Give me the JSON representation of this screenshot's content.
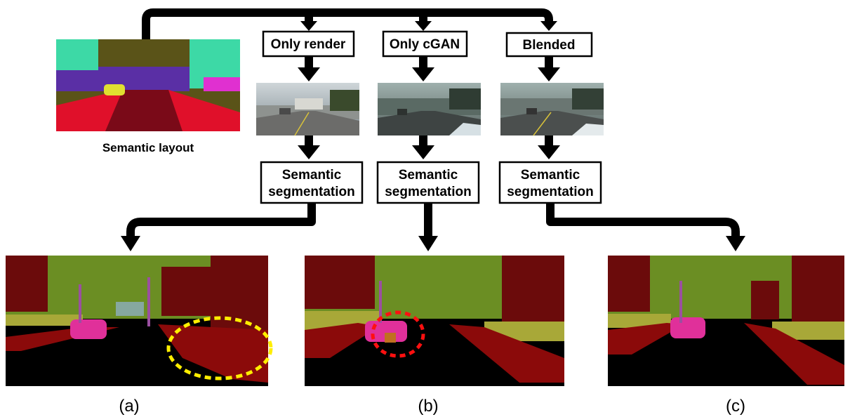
{
  "semantic_layout": {
    "label": "Semantic layout"
  },
  "methods": [
    {
      "id": "render",
      "label": "Only render"
    },
    {
      "id": "cgan",
      "label": "Only cGAN"
    },
    {
      "id": "blended",
      "label": "Blended"
    }
  ],
  "segmentation_box": {
    "line1": "Semantic",
    "line2": "segmentation"
  },
  "captions": {
    "a": "(a)",
    "b": "(b)",
    "c": "(c)"
  },
  "colors": {
    "arrow": "#000000",
    "vegetation": "#6b8e23",
    "building": "#6b0b0b",
    "road": "#000000",
    "sidewalk": "#8b0a0a",
    "car": "#e0309a",
    "pole": "#9b4fa0",
    "terrain": "#a8a838",
    "highlight_a": "#ffee00",
    "highlight_b": "#ff1010"
  }
}
